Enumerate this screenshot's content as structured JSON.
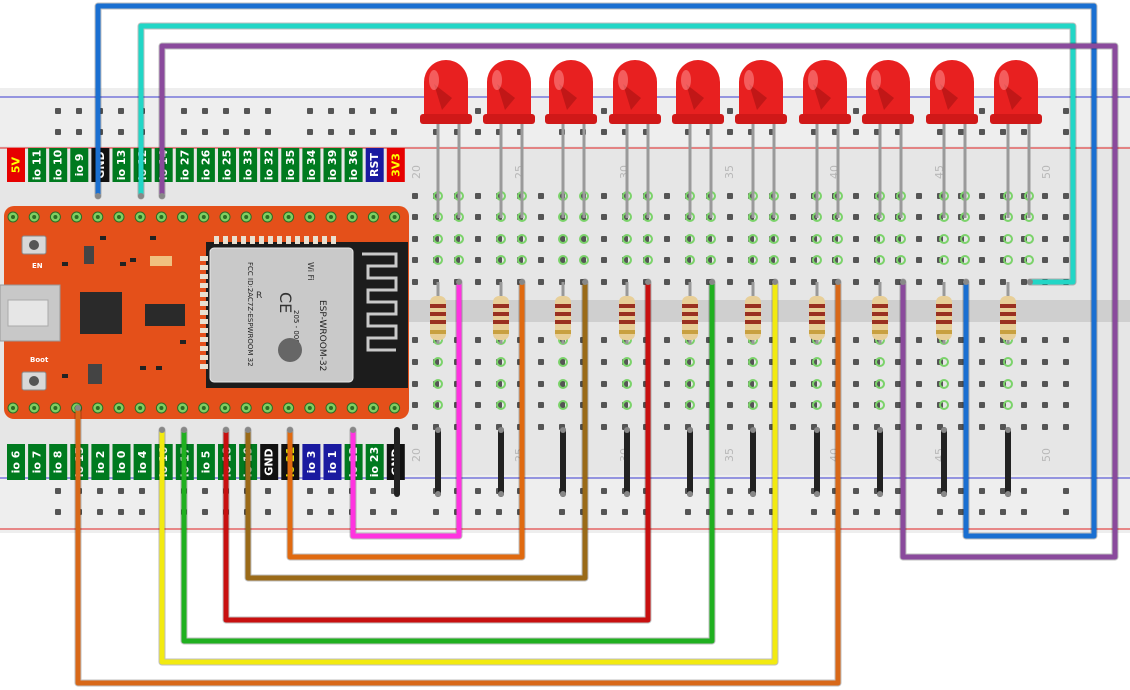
{
  "diagram": {
    "top_labels": [
      {
        "text": "5V",
        "bg": "#e60000",
        "fg": "#ffff00"
      },
      {
        "text": "io 11",
        "bg": "#007a1f",
        "fg": "#ffffff"
      },
      {
        "text": "io 10",
        "bg": "#007a1f",
        "fg": "#ffffff"
      },
      {
        "text": "io 9",
        "bg": "#007a1f",
        "fg": "#ffffff"
      },
      {
        "text": "GND",
        "bg": "#111111",
        "fg": "#ffffff"
      },
      {
        "text": "io 13",
        "bg": "#007a1f",
        "fg": "#ffffff"
      },
      {
        "text": "io 12",
        "bg": "#007a1f",
        "fg": "#ffffff"
      },
      {
        "text": "io 14",
        "bg": "#007a1f",
        "fg": "#ffffff"
      },
      {
        "text": "io 27",
        "bg": "#007a1f",
        "fg": "#ffffff"
      },
      {
        "text": "io 26",
        "bg": "#007a1f",
        "fg": "#ffffff"
      },
      {
        "text": "io 25",
        "bg": "#007a1f",
        "fg": "#ffffff"
      },
      {
        "text": "io 33",
        "bg": "#007a1f",
        "fg": "#ffffff"
      },
      {
        "text": "io 32",
        "bg": "#007a1f",
        "fg": "#ffffff"
      },
      {
        "text": "io 35",
        "bg": "#007a1f",
        "fg": "#ffffff"
      },
      {
        "text": "io 34",
        "bg": "#007a1f",
        "fg": "#ffffff"
      },
      {
        "text": "io 39",
        "bg": "#007a1f",
        "fg": "#ffffff"
      },
      {
        "text": "io 36",
        "bg": "#007a1f",
        "fg": "#ffffff"
      },
      {
        "text": "RST",
        "bg": "#1a1aa0",
        "fg": "#ffffff"
      },
      {
        "text": "3V3",
        "bg": "#e60000",
        "fg": "#ffff00"
      }
    ],
    "bottom_labels": [
      {
        "text": "io 6",
        "bg": "#007a1f",
        "fg": "#ffffff"
      },
      {
        "text": "io 7",
        "bg": "#007a1f",
        "fg": "#ffffff"
      },
      {
        "text": "io 8",
        "bg": "#007a1f",
        "fg": "#ffffff"
      },
      {
        "text": "io 15",
        "bg": "#007a1f",
        "fg": "#ffffff"
      },
      {
        "text": "io 2",
        "bg": "#007a1f",
        "fg": "#ffffff"
      },
      {
        "text": "io 0",
        "bg": "#007a1f",
        "fg": "#ffffff"
      },
      {
        "text": "io 4",
        "bg": "#007a1f",
        "fg": "#ffffff"
      },
      {
        "text": "io 16",
        "bg": "#007a1f",
        "fg": "#ffffff"
      },
      {
        "text": "io 17",
        "bg": "#007a1f",
        "fg": "#ffffff"
      },
      {
        "text": "io 5",
        "bg": "#007a1f",
        "fg": "#ffffff"
      },
      {
        "text": "io 18",
        "bg": "#007a1f",
        "fg": "#ffffff"
      },
      {
        "text": "io 19",
        "bg": "#007a1f",
        "fg": "#ffffff"
      },
      {
        "text": "GND",
        "bg": "#111111",
        "fg": "#ffffff"
      },
      {
        "text": "io 21",
        "bg": "#111111",
        "fg": "#ffff00"
      },
      {
        "text": "io 3",
        "bg": "#1a1aa0",
        "fg": "#ffffff"
      },
      {
        "text": "io 1",
        "bg": "#1a1aa0",
        "fg": "#ffffff"
      },
      {
        "text": "io 22",
        "bg": "#007a1f",
        "fg": "#ffffff"
      },
      {
        "text": "io 23",
        "bg": "#007a1f",
        "fg": "#ffffff"
      },
      {
        "text": "GND",
        "bg": "#111111",
        "fg": "#ffffff"
      }
    ],
    "board_labels": {
      "en": "EN",
      "boot": "Boot"
    },
    "module": {
      "name": "ESP-WROOM-32",
      "fcc": "FCC ID:2AC7Z-ESPWROOM 32",
      "cert": "205 - 000519",
      "wifi": "Wi Fi",
      "ce": "CE",
      "r": "R"
    },
    "breadboard_numbers": [
      {
        "text": "20"
      },
      {
        "text": "25"
      },
      {
        "text": "30"
      },
      {
        "text": "35"
      },
      {
        "text": "40"
      },
      {
        "text": "45"
      },
      {
        "text": "50"
      }
    ],
    "colors": {
      "board": "#e4501a",
      "led": "#e82020",
      "wire_blue": "#1a6fd1",
      "wire_cyan": "#22d6c6",
      "wire_purple": "#8a4a9c",
      "wire_magenta": "#ff33e0",
      "wire_orange": "#e06a10",
      "wire_brown": "#9a6a18",
      "wire_red": "#c81010",
      "wire_green": "#20b020",
      "wire_yellow": "#f2ea10",
      "wire_orange2": "#d86818"
    }
  }
}
